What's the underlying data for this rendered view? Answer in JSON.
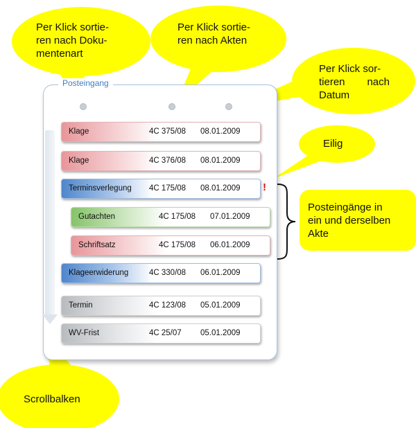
{
  "panel": {
    "title": "Posteingang"
  },
  "rows": [
    {
      "type": "Klage",
      "file": "4C 375/08",
      "date": "08.01.2009",
      "color": "red"
    },
    {
      "type": "Klage",
      "file": "4C 376/08",
      "date": "08.01.2009",
      "color": "red"
    },
    {
      "type": "Terminsverlegung",
      "file": "4C 175/08",
      "date": "08.01.2009",
      "color": "blue"
    },
    {
      "type": "Gutachten",
      "file": "4C 175/08",
      "date": "07.01.2009",
      "color": "green"
    },
    {
      "type": "Schriftsatz",
      "file": "4C 175/08",
      "date": "06.01.2009",
      "color": "red"
    },
    {
      "type": "Klageerwiderung",
      "file": "4C 330/08",
      "date": "06.01.2009",
      "color": "blue"
    },
    {
      "type": "Termin",
      "file": "4C 123/08",
      "date": "05.01.2009",
      "color": "gray"
    },
    {
      "type": "WV-Frist",
      "file": "4C 25/07",
      "date": "05.01.2009",
      "color": "gray"
    }
  ],
  "urgent_mark": "!",
  "callouts": {
    "sort_doctype": [
      "Per Klick sortie-",
      "ren nach Doku-",
      "mentenart"
    ],
    "sort_file": [
      "Per Klick sortie-",
      "ren nach Akten"
    ],
    "sort_date": [
      "Per Klick sor-",
      "tieren nach",
      "Datum"
    ],
    "urgent": "Eilig",
    "same_file": [
      "Posteingänge in",
      "ein und derselben",
      "Akte"
    ],
    "scrollbar": "Scrollbalken"
  },
  "colors": {
    "callout_fill": "#ffff00",
    "panel_border": "#a9c3dc",
    "panel_title": "#3f7ec4",
    "urgent": "#e01010"
  }
}
